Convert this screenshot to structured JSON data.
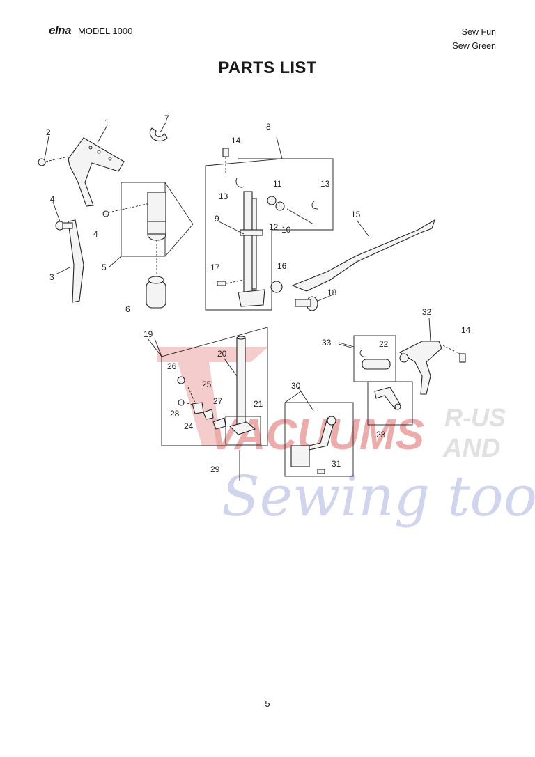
{
  "header": {
    "brand": "elna",
    "model": "MODEL 1000",
    "variants": [
      "Sew Fun",
      "Sew Green"
    ]
  },
  "title": "PARTS LIST",
  "callouts": [
    "1",
    "2",
    "3",
    "4",
    "4",
    "5",
    "6",
    "7",
    "8",
    "9",
    "10",
    "11",
    "12",
    "13",
    "13",
    "13",
    "14",
    "14",
    "15",
    "16",
    "17",
    "18",
    "19",
    "20",
    "21",
    "22",
    "23",
    "24",
    "25",
    "26",
    "27",
    "28",
    "29",
    "30",
    "31",
    "32",
    "33"
  ],
  "watermark": {
    "line1": "VACUUMS",
    "line1_suffix_top": "R-US",
    "line1_suffix_bottom": "AND",
    "line2": "Sewing too",
    "colors": {
      "red": "#e05a5a",
      "gray": "#b9b9b9",
      "blue": "#9aa3d6"
    }
  },
  "page_number": "5"
}
